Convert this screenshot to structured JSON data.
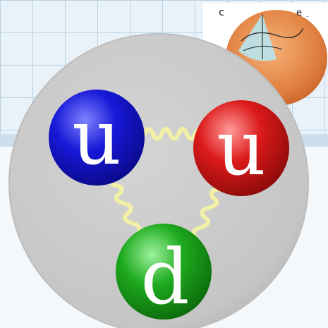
{
  "background": {
    "grid_color": "#b9d3e6",
    "fill_color": "#e9f2f8",
    "band_color": "#c5d9e8"
  },
  "inset": {
    "label_left": "c",
    "label_right": "e",
    "label_right_sub": "..",
    "sphere_color": "#e0803f",
    "cone_color": "#b8e4f0"
  },
  "proton": {
    "body_color": "#c9c9c9"
  },
  "quarks": [
    {
      "label": "u",
      "color": "#1010c8",
      "highlight": "#7f84ff"
    },
    {
      "label": "u",
      "color": "#d81818",
      "highlight": "#ff8c8c"
    },
    {
      "label": "d",
      "color": "#18a018",
      "highlight": "#8ef08e"
    }
  ],
  "gluon_color": "#f2f0a6"
}
